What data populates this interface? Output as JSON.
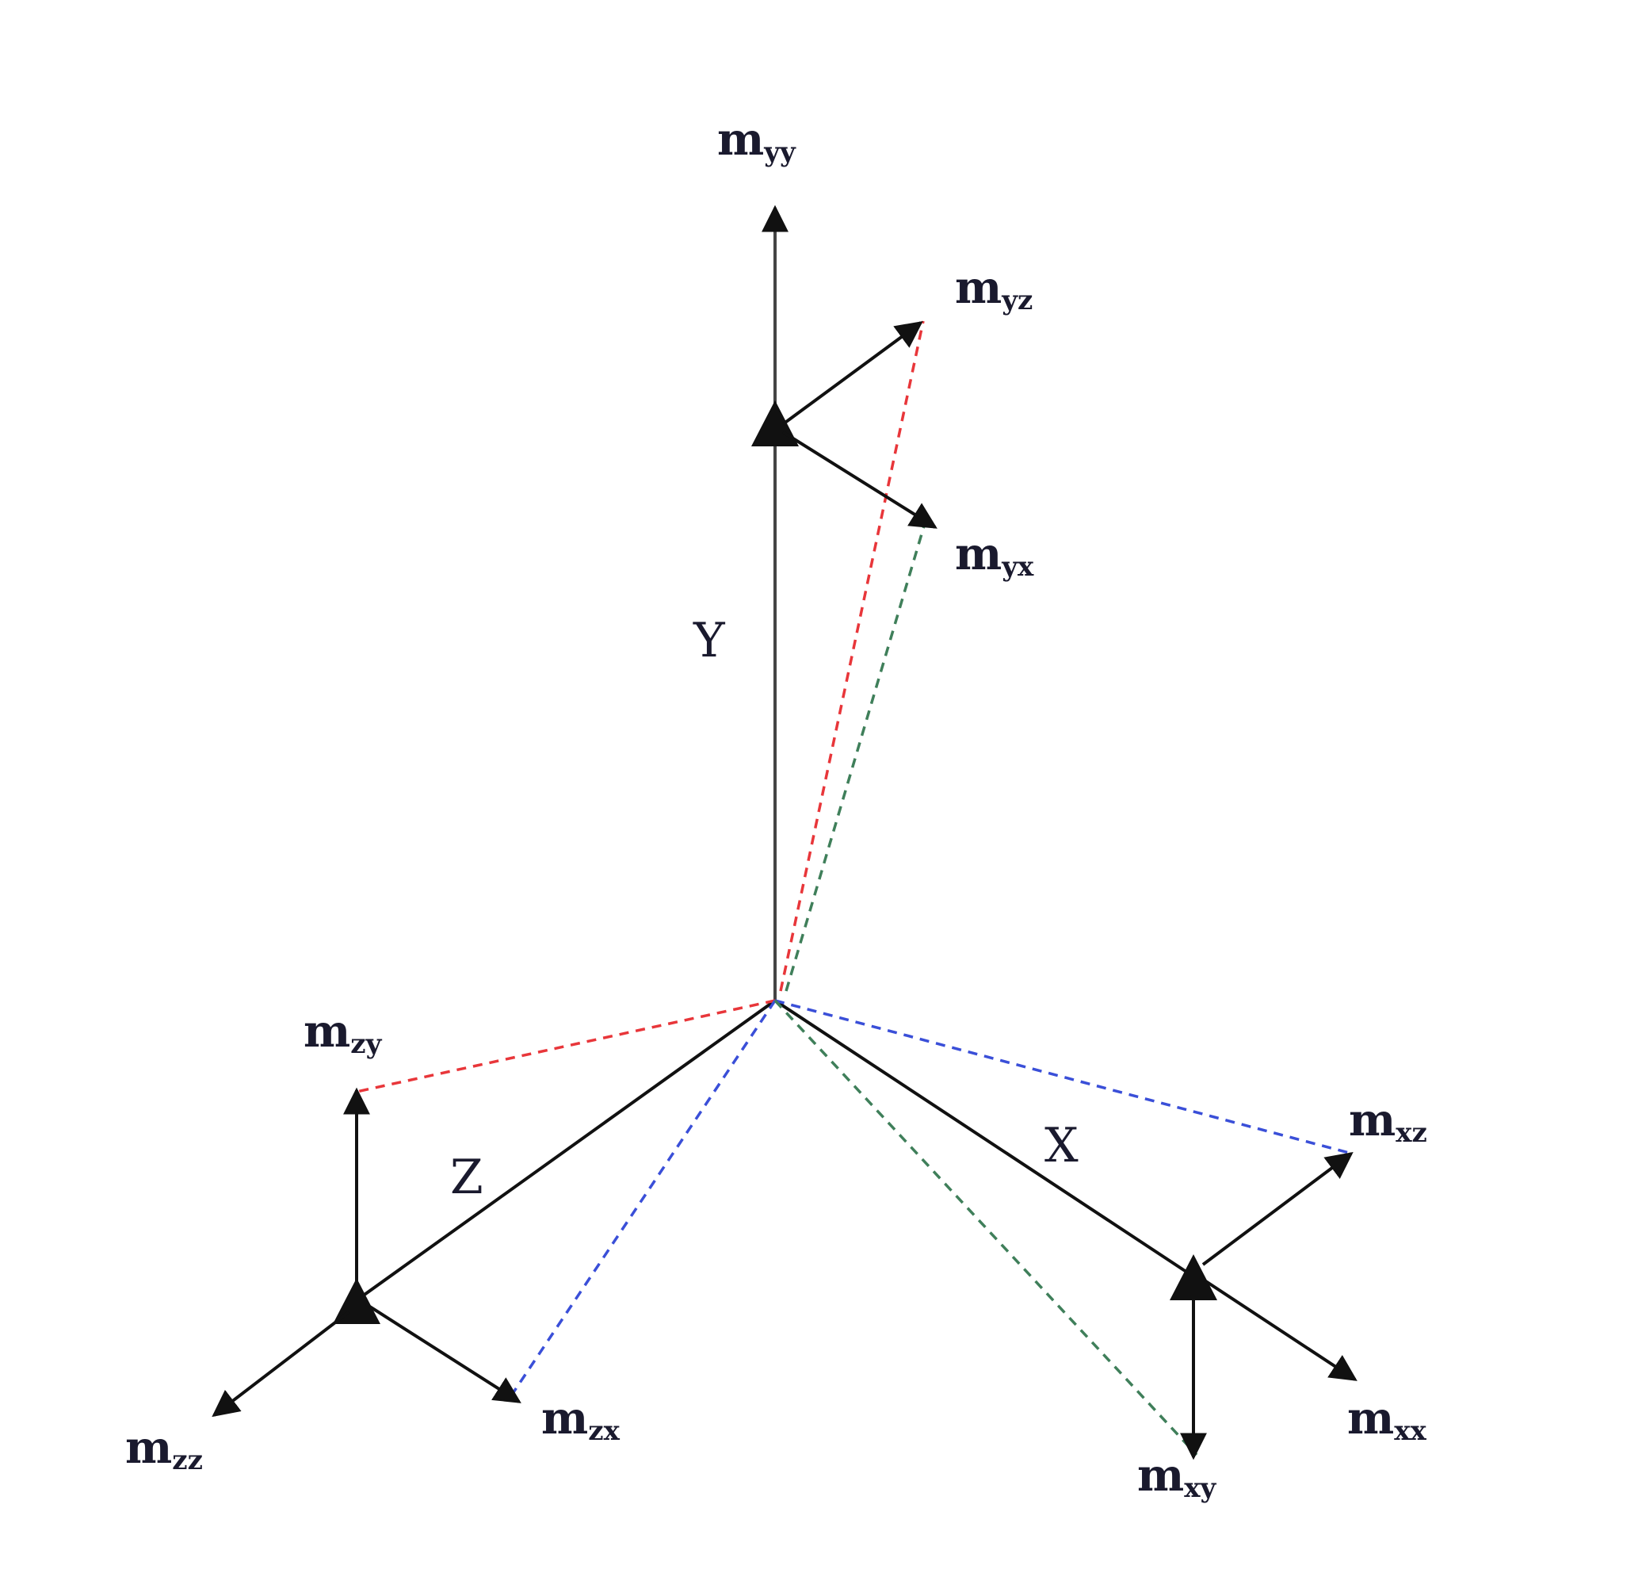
{
  "axes": {
    "x_label": "X",
    "y_label": "Y",
    "z_label": "Z"
  },
  "labels": {
    "m_yy": {
      "main": "m",
      "sub": "yy"
    },
    "m_yz": {
      "main": "m",
      "sub": "yz"
    },
    "m_yx": {
      "main": "m",
      "sub": "yx"
    },
    "m_zy": {
      "main": "m",
      "sub": "zy"
    },
    "m_zz": {
      "main": "m",
      "sub": "zz"
    },
    "m_zx": {
      "main": "m",
      "sub": "zx"
    },
    "m_xz": {
      "main": "m",
      "sub": "xz"
    },
    "m_xx": {
      "main": "m",
      "sub": "xx"
    },
    "m_xy": {
      "main": "m",
      "sub": "xy"
    }
  },
  "colors": {
    "red_dashed": "#e8363a",
    "green_dashed": "#3f7f5a",
    "blue_dashed": "#3a4fd8",
    "solid": "#111111"
  },
  "icons": {
    "node_marker": "filled-triangle",
    "arrow_head": "filled-arrowhead"
  }
}
